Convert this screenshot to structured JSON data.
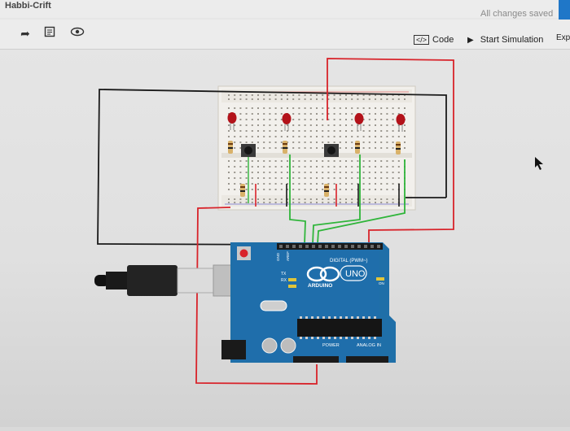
{
  "app": {
    "title": "Habbi-Crift",
    "save_status": "All changes saved"
  },
  "toolbar": {
    "icons": [
      "share-arrow-icon",
      "notes-icon",
      "view-eye-icon"
    ],
    "code_label": "Code",
    "start_simulation_label": "Start Simulation",
    "export_label": "Exp"
  },
  "board": {
    "digital_label": "DIGITAL (PWM~)",
    "logo_text": "UNO",
    "brand_text": "ARDUINO",
    "power_label": "POWER",
    "analog_label": "ANALOG IN",
    "aref_label": "AREF",
    "gnd_label": "GND",
    "tx_label": "TX",
    "rx_label": "RX",
    "on_label": "ON"
  },
  "colors": {
    "wire_red": "#d8232a",
    "wire_green": "#2fb53a",
    "wire_black": "#1a1a1a",
    "board_blue": "#1f6fa8",
    "led_red": "#b3121a"
  }
}
